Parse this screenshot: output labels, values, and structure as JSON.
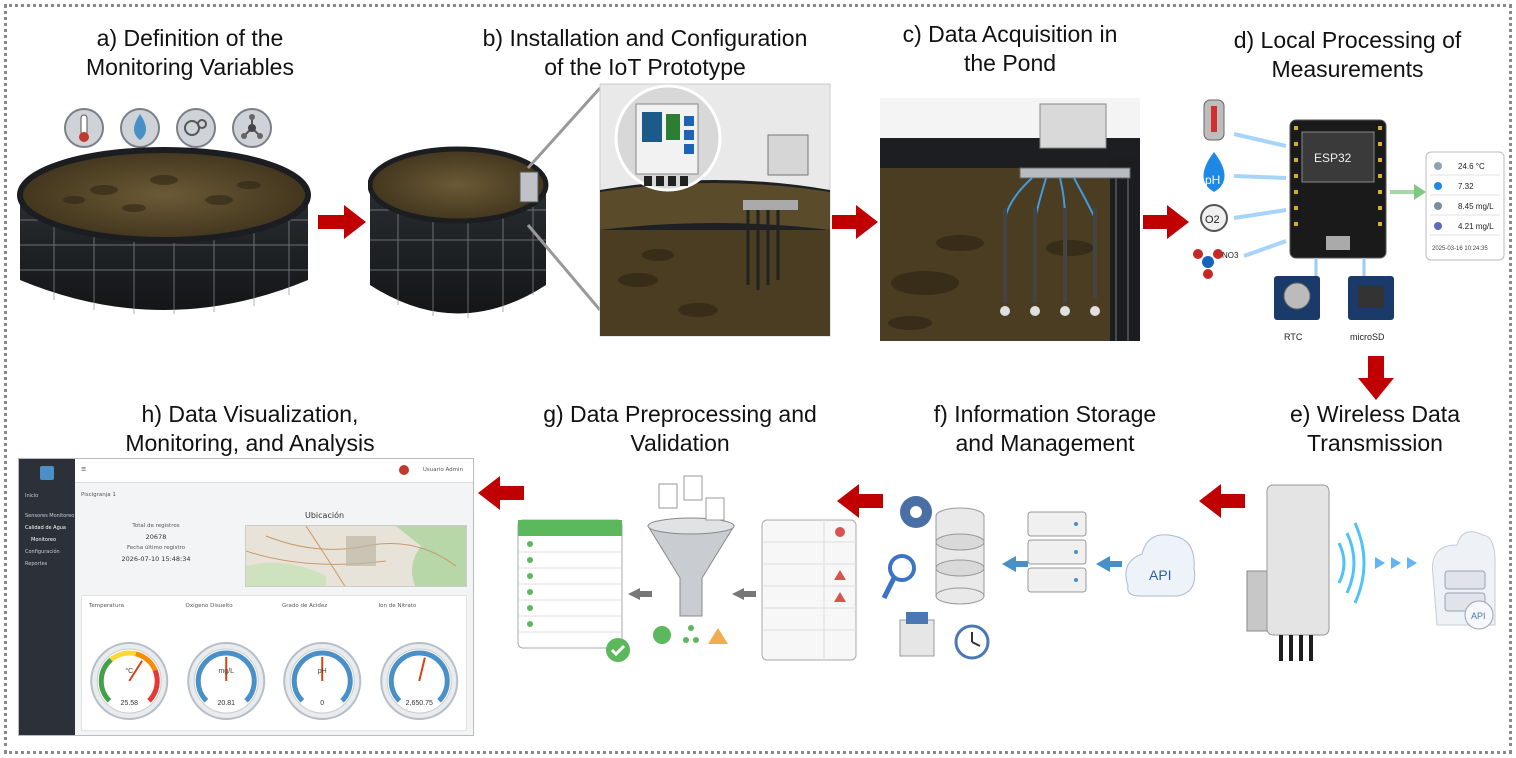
{
  "steps": {
    "a": {
      "title_line1": "a) Definition of the",
      "title_line2": "Monitoring Variables"
    },
    "b": {
      "title_line1": "b) Installation and Configuration",
      "title_line2": "of the IoT Prototype"
    },
    "c": {
      "title_line1": "c) Data Acquisition in",
      "title_line2": "the Pond"
    },
    "d": {
      "title_line1": "d) Local Processing of",
      "title_line2": "Measurements"
    },
    "e": {
      "title_line1": "e) Wireless Data",
      "title_line2": "Transmission"
    },
    "f": {
      "title_line1": "f) Information Storage",
      "title_line2": "and Management"
    },
    "g": {
      "title_line1": "g) Data Preprocessing and",
      "title_line2": "Validation"
    },
    "h": {
      "title_line1": "h) Data Visualization,",
      "title_line2": "Monitoring, and Analysis"
    }
  },
  "processing": {
    "board_label": "ESP32",
    "ph_label": "pH",
    "o2_label": "O2",
    "no3_label": "NO3",
    "rtc_label": "RTC",
    "sd_label": "microSD",
    "readouts": [
      "24.6 °C",
      "7.32",
      "8.45 mg/L",
      "4.21 mg/L"
    ],
    "timestamp": "2025-03-16 10:24:35"
  },
  "transmission": {
    "cloud_label": "API"
  },
  "storage": {
    "cloud_label": "API"
  },
  "dashboard": {
    "sidebar_items": [
      "Inicio",
      "Sensores Monitoreo",
      "Calidad de Agua",
      "Monitoreo",
      "Configuración",
      "Reportes"
    ],
    "header_icon": "≡",
    "user_name": "Usuario Admin",
    "breadcrumb": "Piscigranja 1",
    "total_label": "Total de registros",
    "total_value": "20678",
    "date_label": "Fecha último registro",
    "date_value": "2026-07-10 15:48:34",
    "map_title": "Ubicación",
    "gauges": [
      {
        "label": "Temperatura",
        "value": "25.58",
        "unit": "°C",
        "level": 0.62
      },
      {
        "label": "Oxígeno Disuelto",
        "value": "20.81",
        "unit": "mg/L",
        "level": 0.5
      },
      {
        "label": "Grado de Acidez",
        "value": "0",
        "unit": "pH",
        "level": 0.5
      },
      {
        "label": "Ion de Nitrato",
        "value": "2,650.75",
        "unit": "",
        "level": 0.55
      }
    ]
  },
  "colors": {
    "arrow": "#c00000",
    "accent_blue": "#1e88e5",
    "pond_water": "#4a3d22",
    "tank_dark": "#1f2226"
  }
}
